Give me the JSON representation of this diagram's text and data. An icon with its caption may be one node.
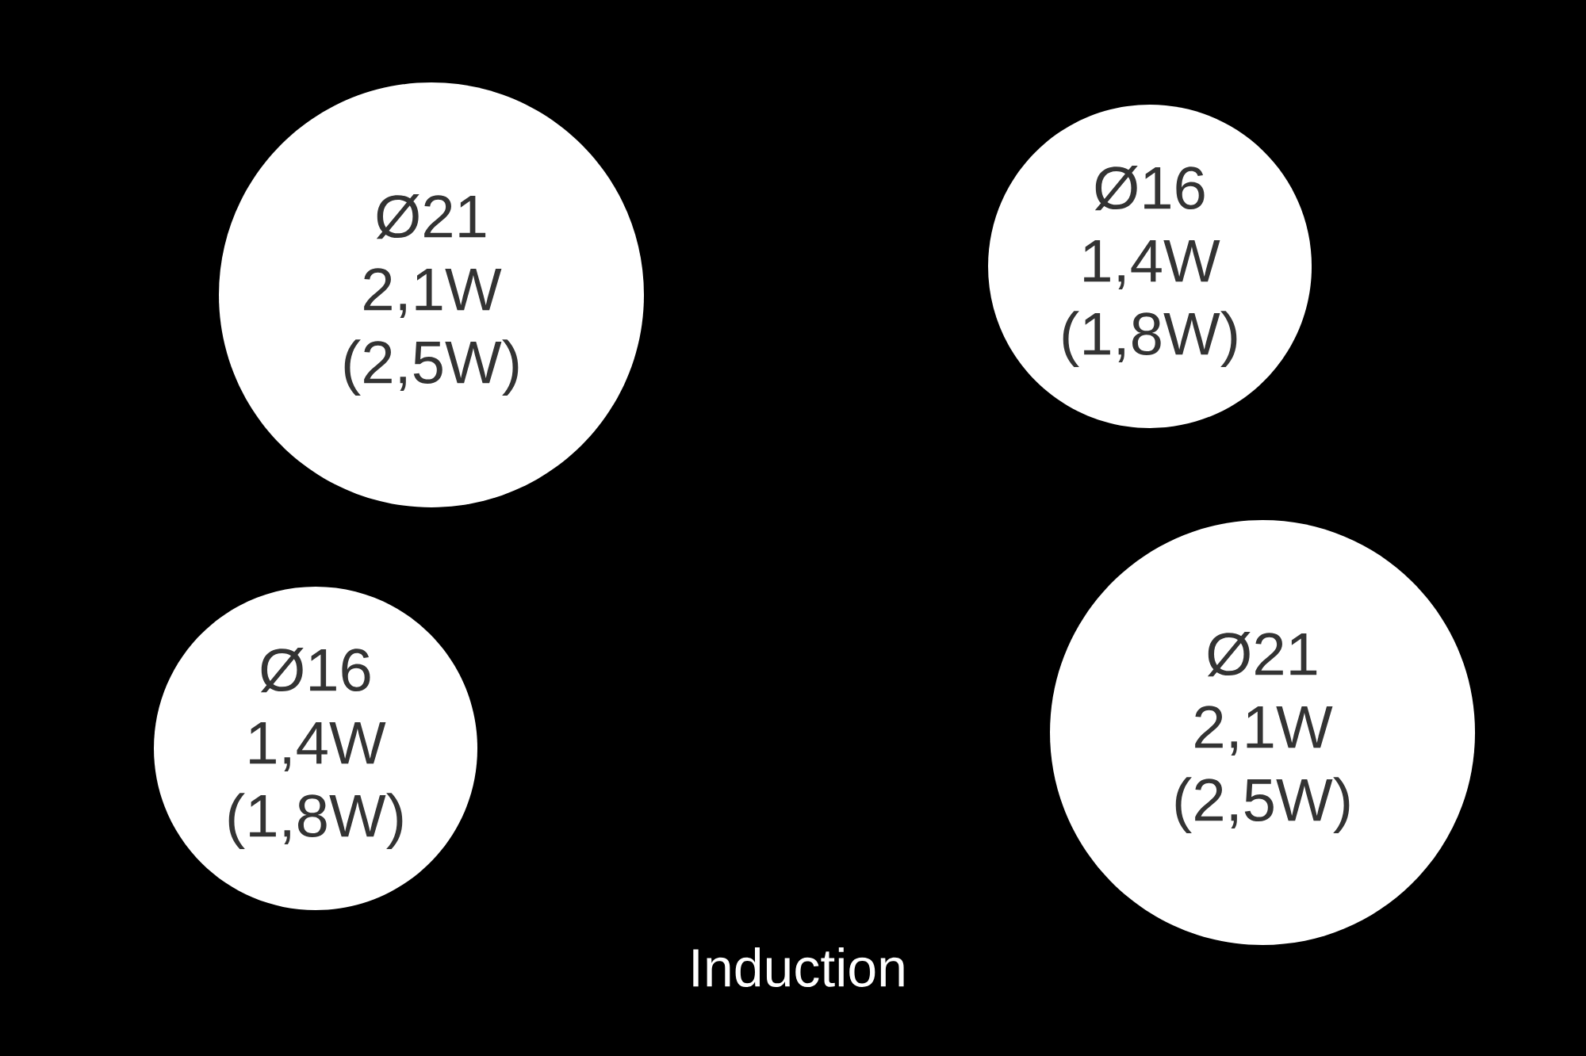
{
  "diagram": {
    "nodes": [
      {
        "text": [
          "Ø21",
          "2,1W",
          "(2,5W)"
        ]
      },
      {
        "text": [
          "Ø16",
          "1,4W",
          "(1,8W)"
        ]
      },
      {
        "text": [
          "Ø16",
          "1,4W",
          "(1,8W)"
        ]
      },
      {
        "text": [
          "Ø21",
          "2,1W",
          "(2,5W)"
        ]
      }
    ],
    "labels": [
      "Induction"
    ]
  }
}
